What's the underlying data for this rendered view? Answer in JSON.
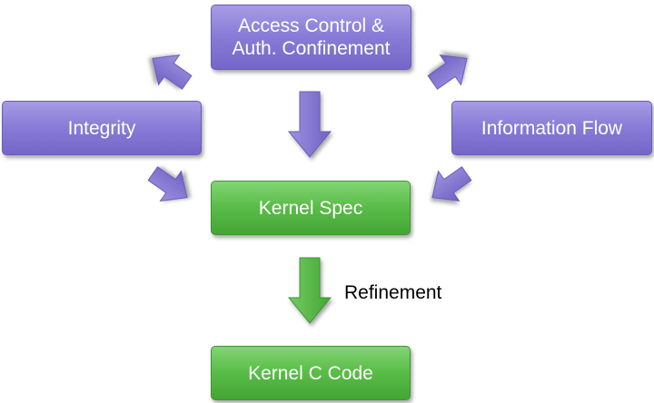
{
  "nodes": {
    "access_control": {
      "line1": "Access Control &",
      "line2": "Auth. Confinement"
    },
    "integrity": "Integrity",
    "information_flow": "Information Flow",
    "kernel_spec": "Kernel Spec",
    "kernel_c_code": "Kernel C Code"
  },
  "edges": {
    "refinement_label": "Refinement"
  },
  "colors": {
    "purple_box": "#8a7dd8",
    "green_box": "#5cbe4a",
    "purple_arrow": "#8a7dd8",
    "green_arrow": "#5cbe4a"
  }
}
